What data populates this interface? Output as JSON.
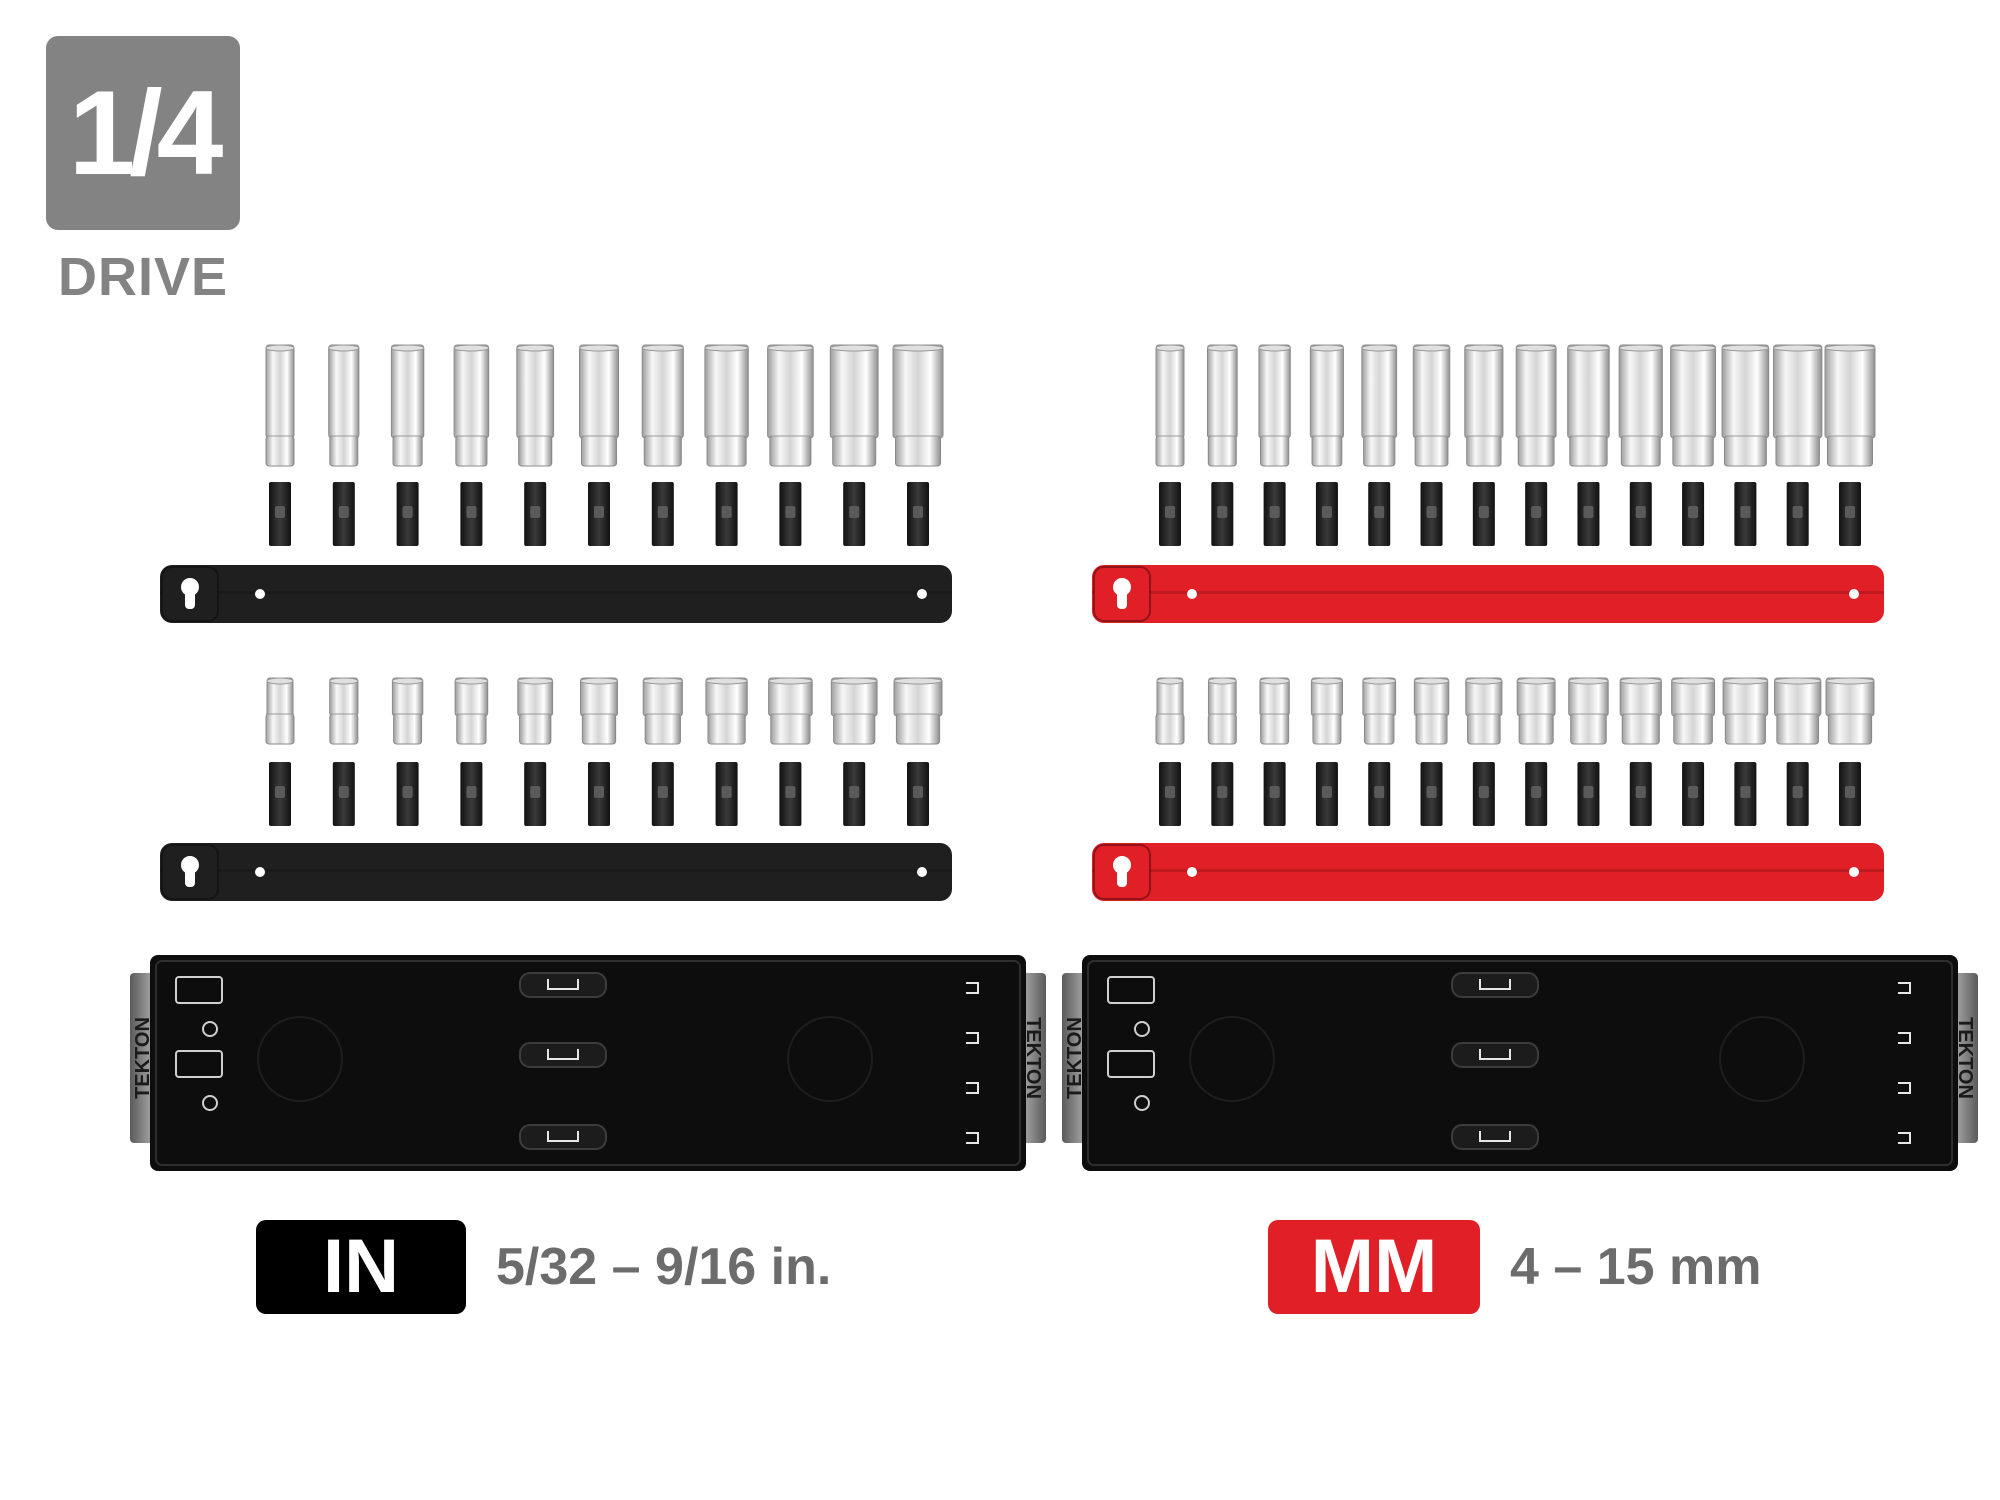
{
  "badge": {
    "fraction": "1/4",
    "label": "DRIVE",
    "color": "#838383"
  },
  "sets": [
    {
      "unit": "IN",
      "range": "5/32 – 9/16 in.",
      "rail_color": "#1f1f1f",
      "pill_color": "#000000",
      "deep_count": 11,
      "shallow_count": 11,
      "tray_brand": "TEKTON"
    },
    {
      "unit": "MM",
      "range": "4 – 15 mm",
      "rail_color": "#e01f26",
      "pill_color": "#e01f26",
      "deep_count": 14,
      "shallow_count": 14,
      "tray_brand": "TEKTON"
    }
  ],
  "colors": {
    "chrome_light": "#f2f2f2",
    "chrome_dark": "#9e9e9e",
    "clip": "#2a2a2a",
    "tray": "#0d0d0d",
    "tray_end": "#777777",
    "range_text": "#6c6c6c"
  }
}
